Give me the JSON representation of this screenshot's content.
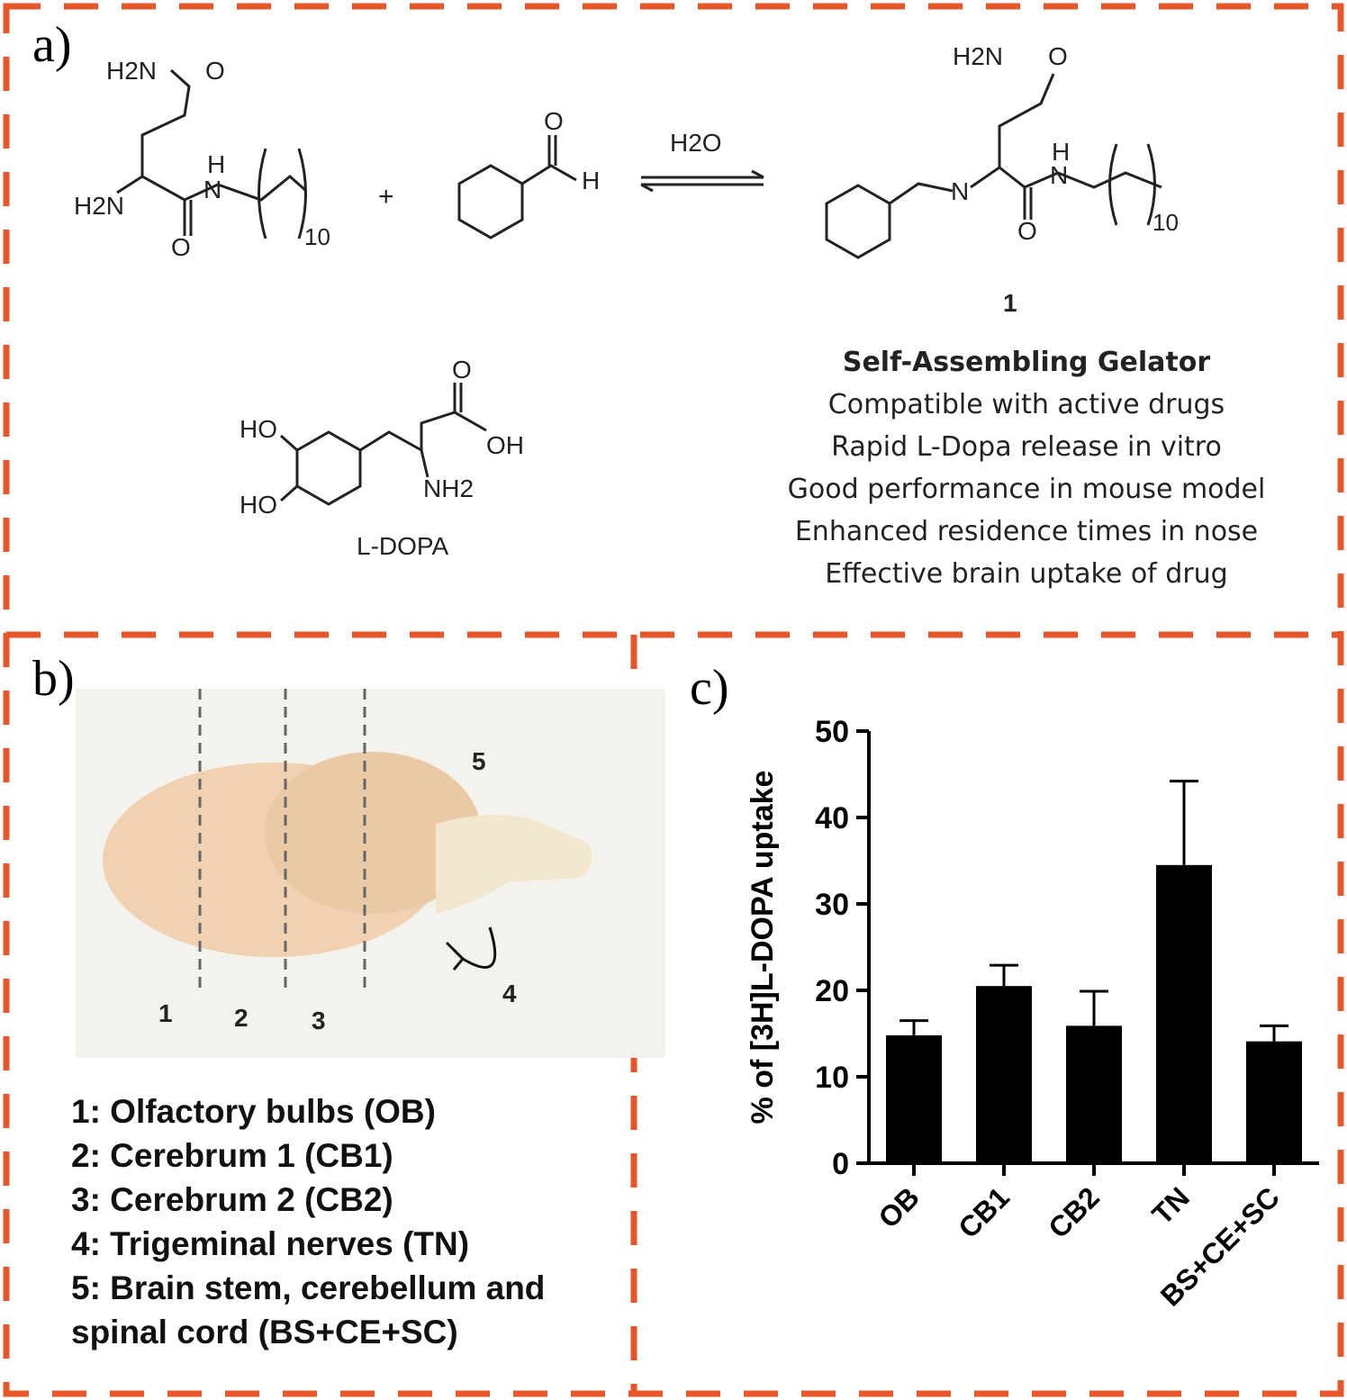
{
  "panels": {
    "a": "a)",
    "b": "b)",
    "c": "c)"
  },
  "scheme": {
    "reactant_amine_labels": [
      "H2N",
      "O",
      "H2N",
      "H",
      "N",
      "O",
      "10"
    ],
    "plus": "+",
    "aldehyde_labels": [
      "O",
      "H"
    ],
    "condition": "H2O",
    "product_labels": [
      "H2N",
      "O",
      "N",
      "H",
      "N",
      "O",
      "10"
    ],
    "product_number": "1",
    "ldopa_labels": [
      "HO",
      "HO",
      "O",
      "OH",
      "NH2"
    ],
    "ldopa_name": "L-DOPA"
  },
  "properties": {
    "heading": "Self-Assembling Gelator",
    "items": [
      "Compatible with active drugs",
      "Rapid L-Dopa release in vitro",
      "Good performance in mouse model",
      "Enhanced residence times in nose",
      "Effective brain uptake of drug"
    ]
  },
  "brain": {
    "region_numbers": [
      "1",
      "2",
      "3",
      "4",
      "5"
    ],
    "legend": [
      "1: Olfactory bulbs (OB)",
      "2: Cerebrum 1 (CB1)",
      "3: Cerebrum 2 (CB2)",
      "4: Trigeminal nerves (TN)",
      "5: Brain stem, cerebellum and",
      "spinal cord (BS+CE+SC)"
    ]
  },
  "chart_data": {
    "type": "bar",
    "categories": [
      "OB",
      "CB1",
      "CB2",
      "TN",
      "BS+CE+SC"
    ],
    "values": [
      14.8,
      20.5,
      15.9,
      34.5,
      14.1
    ],
    "errors": [
      1.7,
      2.4,
      4.0,
      9.7,
      1.8
    ],
    "ylabel": "% of [3H]L-DOPA uptake",
    "ylim": [
      0,
      50
    ],
    "yticks": [
      0,
      10,
      20,
      30,
      40,
      50
    ],
    "bar_color": "#000000"
  },
  "colors": {
    "frame": "#E8562A"
  }
}
